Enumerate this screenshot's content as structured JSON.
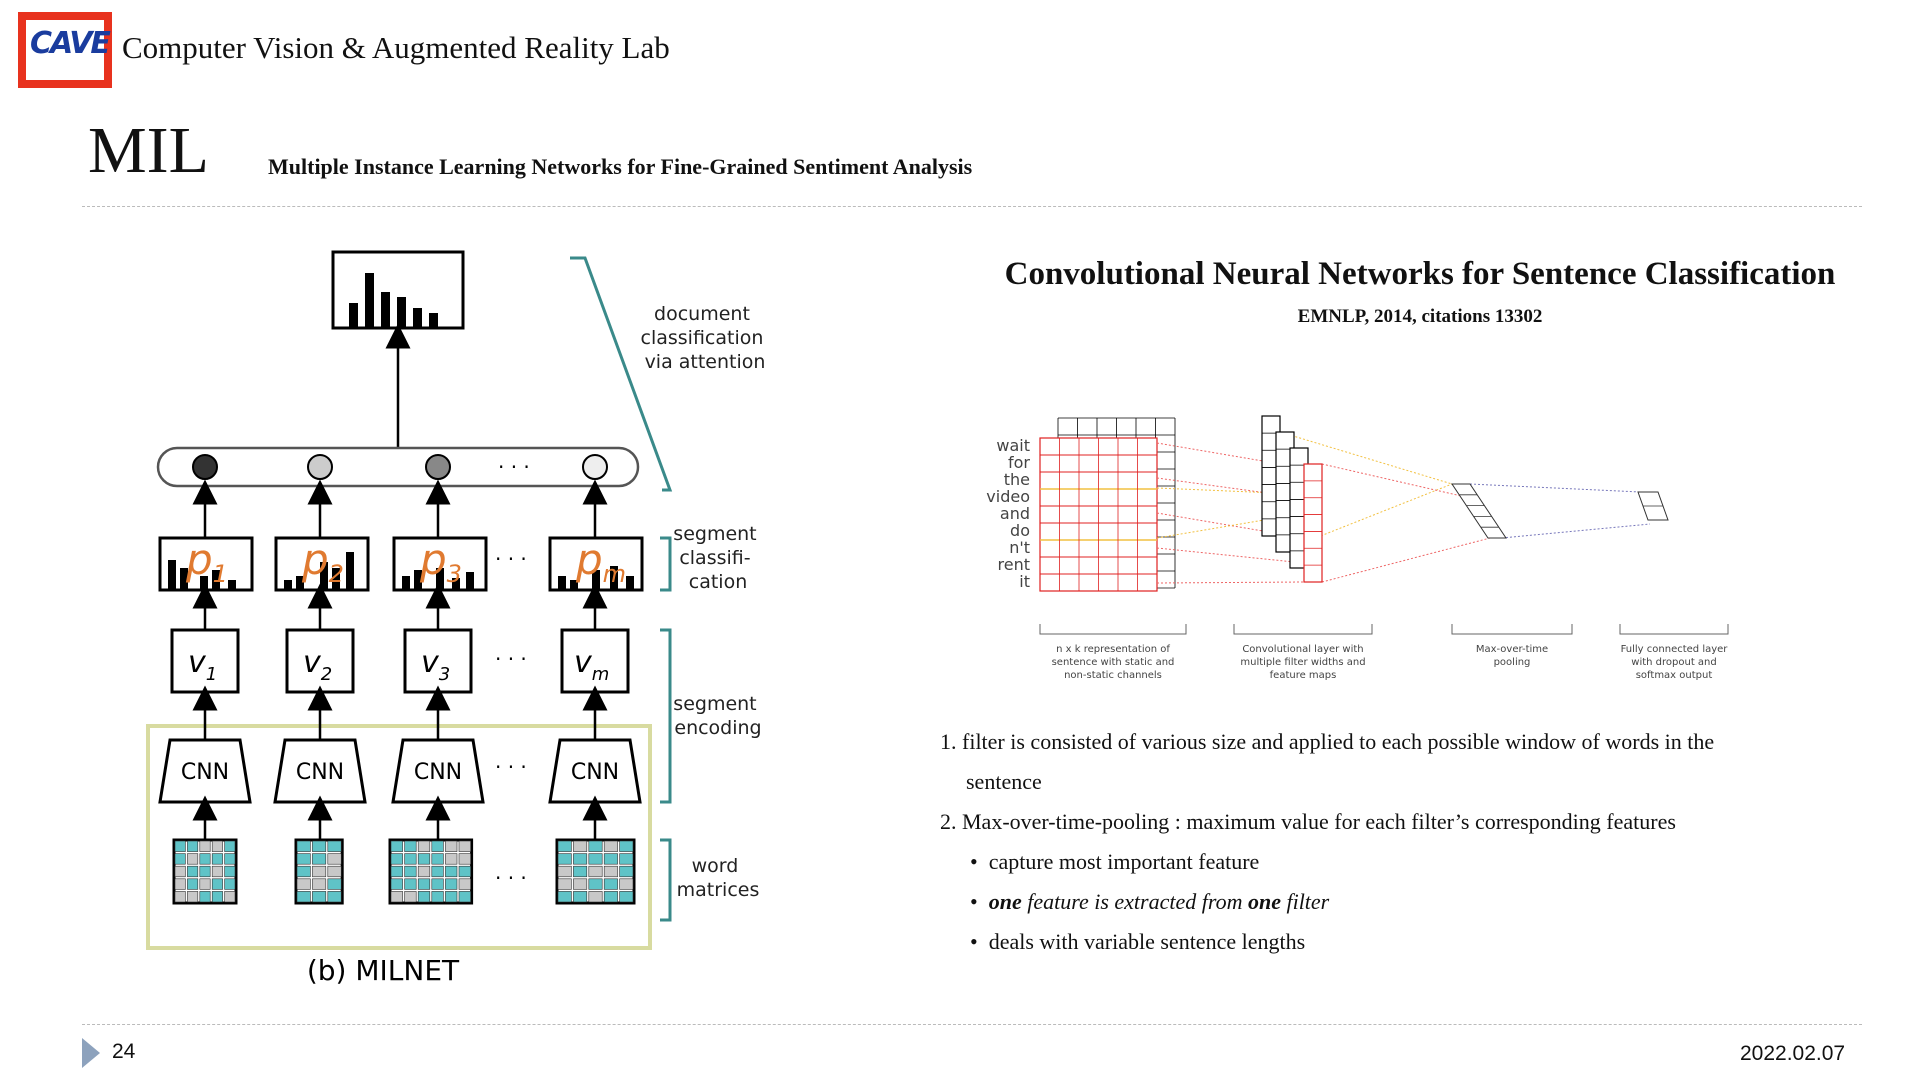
{
  "header": {
    "logo_text": "CAVE",
    "lab_name": "Computer Vision & Augmented Reality Lab",
    "title": "MIL",
    "subtitle": "Multiple Instance Learning Networks for Fine-Grained Sentiment Analysis"
  },
  "milnet": {
    "caption": "(b) MILNET",
    "side_labels": {
      "doc": [
        "document",
        "classification",
        "via attention"
      ],
      "seg_class": [
        "segment",
        "classifi-",
        "cation"
      ],
      "seg_enc": [
        "segment",
        "encoding"
      ],
      "word": [
        "word",
        "matrices"
      ]
    },
    "p_labels": [
      "p",
      "p",
      "p",
      "p"
    ],
    "p_subs": [
      "1",
      "2",
      "3",
      "m"
    ],
    "v_labels": [
      "v",
      "v",
      "v",
      "v"
    ],
    "v_subs": [
      "1",
      "2",
      "3",
      "m"
    ],
    "cnn_label": "CNN",
    "ellipsis": "· · ·"
  },
  "cnn_paper": {
    "title": "Convolutional Neural Networks for Sentence Classification",
    "meta": "EMNLP, 2014, citations 13302",
    "words": [
      "wait",
      "for",
      "the",
      "video",
      "and",
      "do",
      "n't",
      "rent",
      "it"
    ],
    "stage_captions": [
      [
        "n x k representation of",
        "sentence with static and",
        "non-static channels"
      ],
      [
        "Convolutional layer with",
        "multiple filter widths and",
        "feature maps"
      ],
      [
        "Max-over-time",
        "pooling"
      ],
      [
        "Fully connected layer",
        "with dropout and",
        "softmax output"
      ]
    ]
  },
  "notes": {
    "item1": "1.  filter is consisted of various size and applied to each possible window of words in the",
    "item1_cont": "sentence",
    "item2": "2.  Max-over-time-pooling : maximum value for each filter’s corresponding features",
    "bullet1": "capture most important feature",
    "bullet2_a": "one",
    "bullet2_b": " feature is extracted from ",
    "bullet2_c": "one",
    "bullet2_d": " filter",
    "bullet3": "deals with variable sentence lengths",
    "bullet_char": "•"
  },
  "footer": {
    "page_number": "24",
    "date": "2022.02.07"
  },
  "colors": {
    "logo_red": "#e8321e",
    "teal_accent": "#3a8a8a",
    "p_orange": "#e07a30",
    "cnn_box_border": "#d8dba0",
    "grid_teal": "#5fc3c7",
    "grid_gray": "#c8c8c8",
    "fig_red": "#e02020",
    "fig_yellow": "#f2c040"
  }
}
